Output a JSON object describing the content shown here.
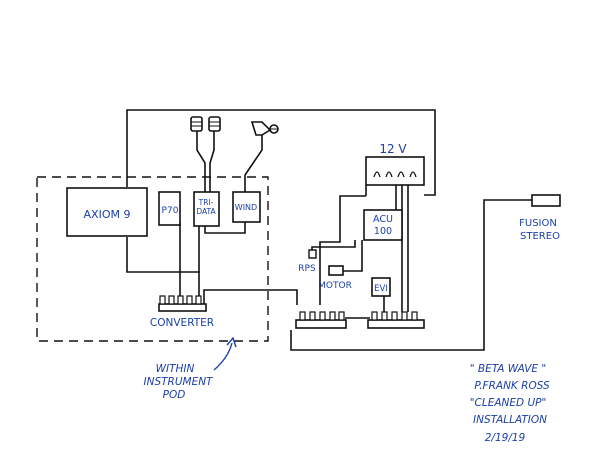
{
  "diagram": {
    "components": {
      "axiom": "AXIOM 9",
      "p70": "P70",
      "tridata_line1": "TRI-",
      "tridata_line2": "DATA",
      "wind": "WIND",
      "power": "12 V",
      "acu_line1": "ACU",
      "acu_line2": "100",
      "evi": "EVI",
      "rps": "RPS",
      "motor": "MOTOR",
      "fusion_line1": "FUSION",
      "fusion_line2": "STEREO",
      "converter": "CONVERTER"
    },
    "pod_label": {
      "line1": "WITHIN",
      "line2": "INSTRUMENT",
      "line3": "POD"
    },
    "notes": {
      "line1": "\" BETA WAVE \"",
      "line2": "P.FRANK ROSS",
      "line3": "\"CLEANED UP\"",
      "line4": "INSTALLATION",
      "line5": "2/19/19"
    }
  },
  "colors": {
    "ink": "#111111",
    "label_ink": "#1a3fa8",
    "background": "#ffffff"
  }
}
